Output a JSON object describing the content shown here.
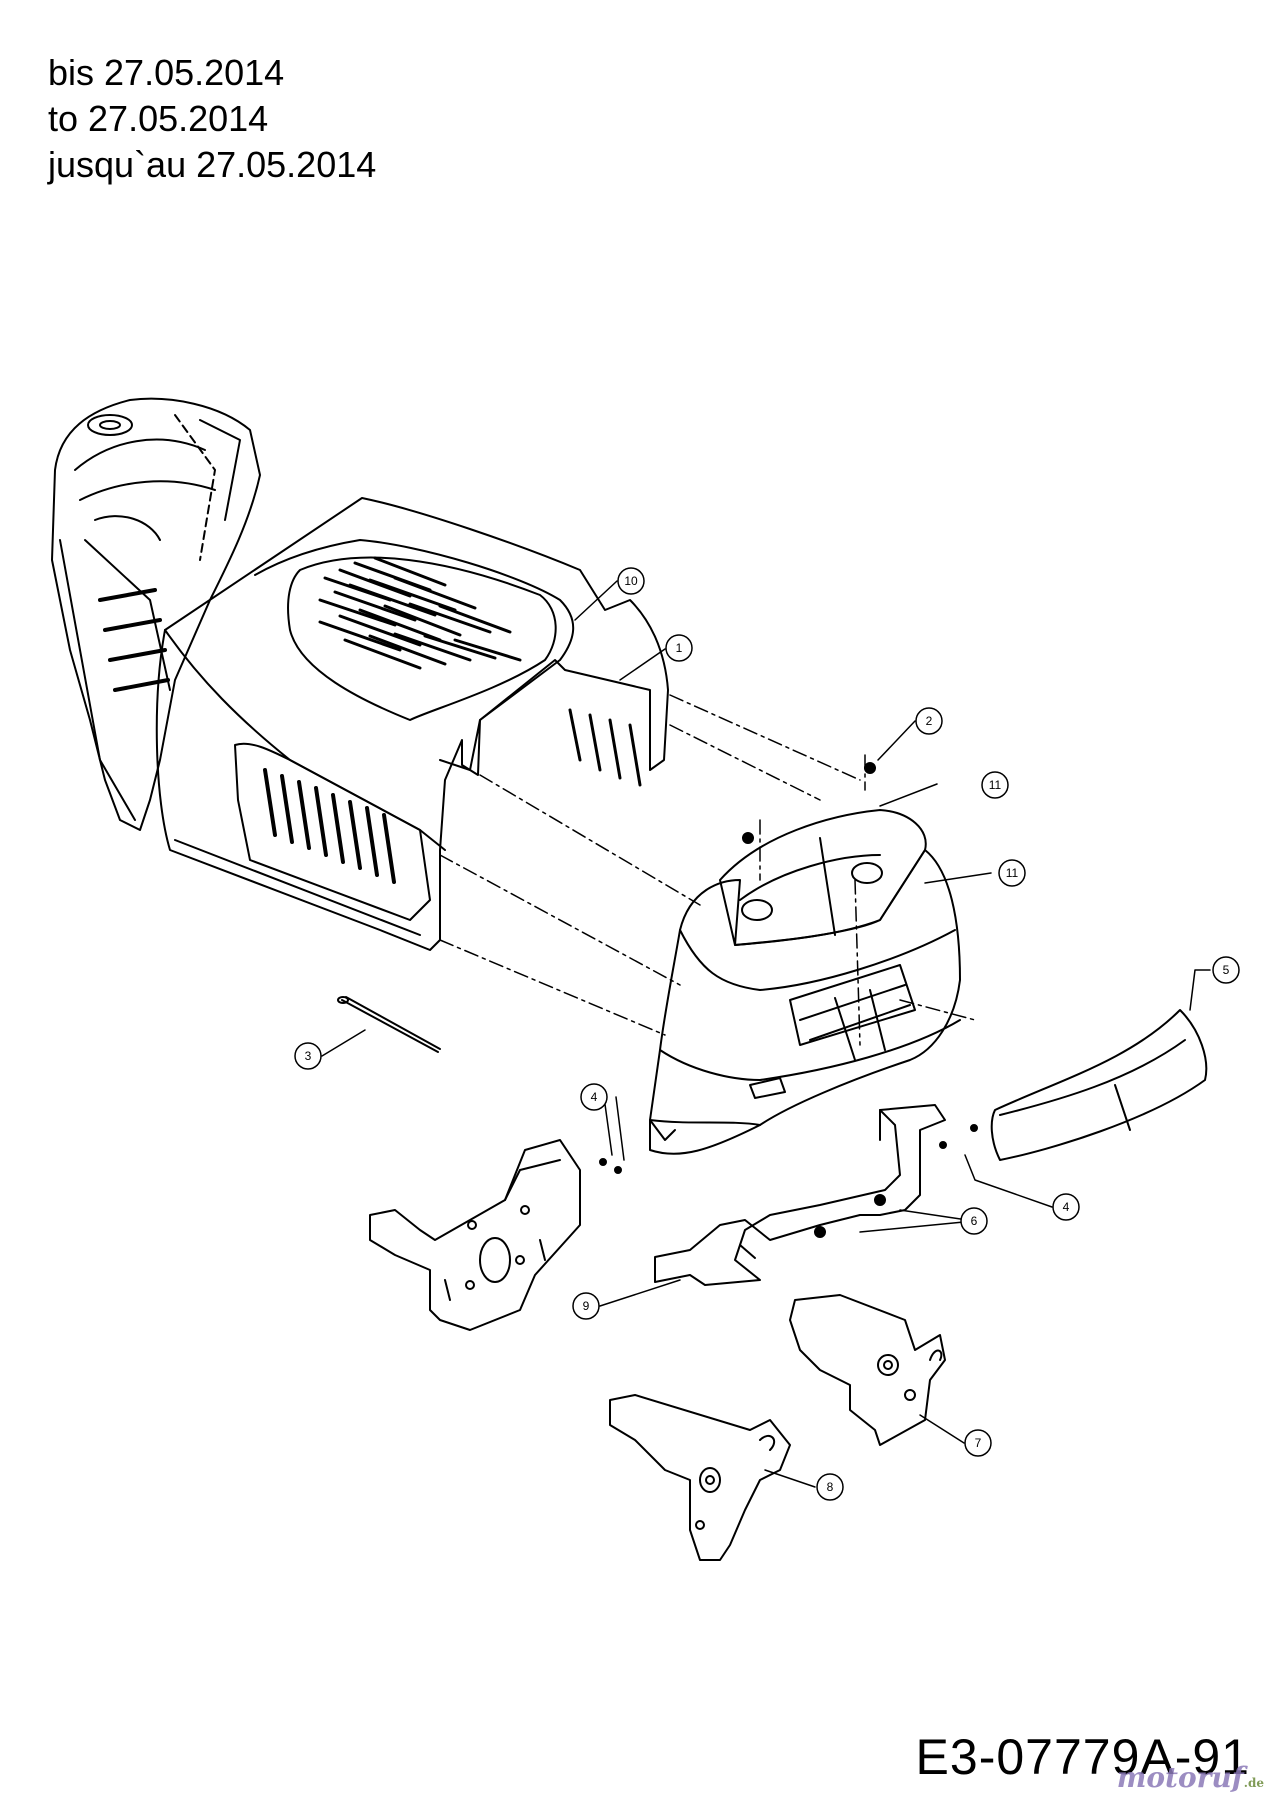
{
  "header": {
    "line_de": "bis 27.05.2014",
    "line_en": "to 27.05.2014",
    "line_fr": "jusqu`au 27.05.2014"
  },
  "drawing_code": "E3-07779A-91",
  "watermark": {
    "name": "motoruf",
    "suffix": ".de"
  },
  "callouts": [
    "10",
    "1",
    "2",
    "11",
    "11",
    "5",
    "3",
    "4",
    "4",
    "6",
    "9",
    "7",
    "8"
  ]
}
